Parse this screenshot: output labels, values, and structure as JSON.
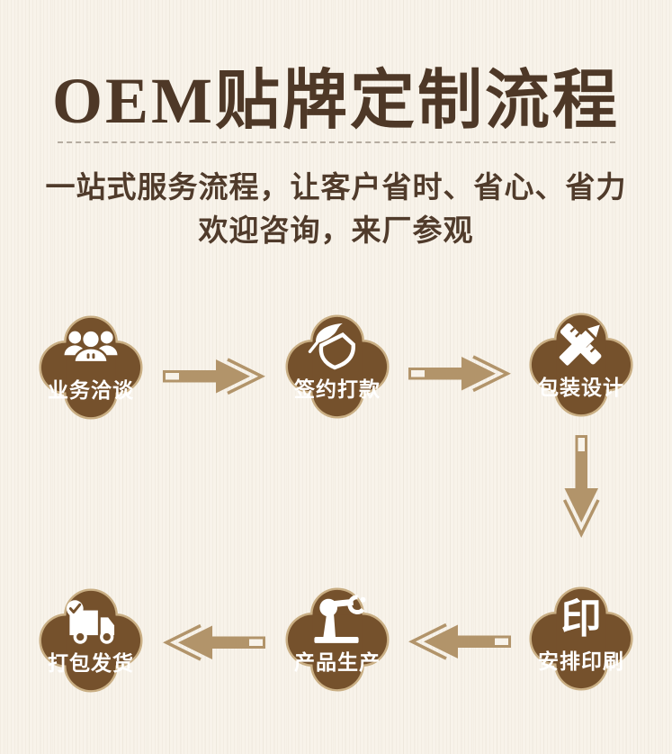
{
  "header": {
    "title": "OEM贴牌定制流程",
    "subtitle_line1": "一站式服务流程，让客户省时、省心、省力",
    "subtitle_line2": "欢迎咨询，来厂参观"
  },
  "flow": {
    "steps": [
      {
        "label": "业务洽谈",
        "icon": "people-icon"
      },
      {
        "label": "签约打款",
        "icon": "quill-signing-icon"
      },
      {
        "label": "包装设计",
        "icon": "pencil-ruler-icon"
      },
      {
        "label": "安排印刷",
        "icon": "print-stamp-icon",
        "icon_glyph": "印"
      },
      {
        "label": "产品生产",
        "icon": "robot-arm-icon"
      },
      {
        "label": "打包发货",
        "icon": "delivery-truck-icon"
      }
    ],
    "arrow_directions": [
      "right",
      "right",
      "down",
      "left",
      "left"
    ]
  },
  "colors": {
    "background": "#f8f3ea",
    "title_text": "#4e3827",
    "subtitle_text": "#503b2b",
    "node_fill": "#75512c",
    "node_ring": "#c9ae83",
    "node_label": "#ffffff",
    "arrow": "#b2946a",
    "divider_dash": "#b5aca0"
  }
}
